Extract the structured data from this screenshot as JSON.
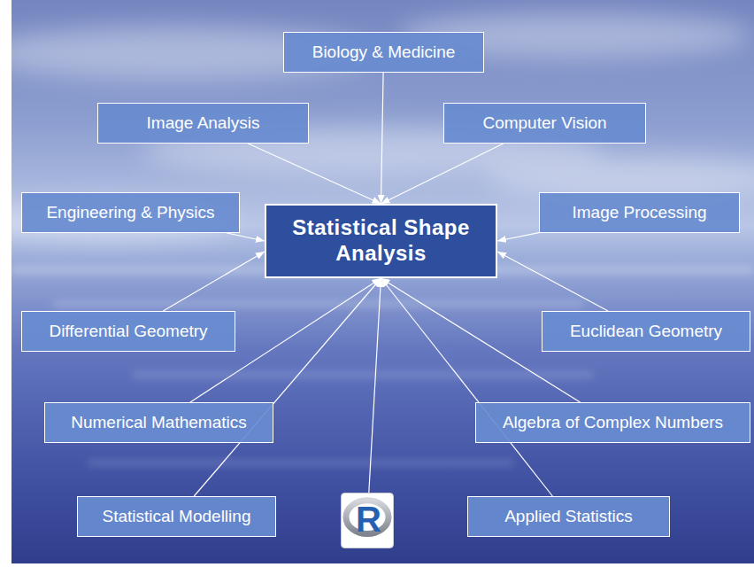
{
  "diagram": {
    "nodes": [
      {
        "text": [
          "Biology & Medicine"
        ]
      },
      {
        "text": [
          "Image Analysis"
        ]
      },
      {
        "text": [
          "Computer Vision"
        ]
      },
      {
        "text": [
          "Engineering & Physics"
        ]
      },
      {
        "text": [
          "Statistical Shape Analysis"
        ]
      },
      {
        "text": [
          "Image Processing"
        ]
      },
      {
        "text": [
          "Differential Geometry"
        ]
      },
      {
        "text": [
          "Euclidean Geometry"
        ]
      },
      {
        "text": [
          "Numerical Mathematics"
        ]
      },
      {
        "text": [
          "Algebra of Complex Numbers"
        ]
      },
      {
        "text": [
          "Statistical Modelling"
        ]
      },
      {
        "text": [
          "R"
        ]
      },
      {
        "text": [
          "Applied Statistics"
        ]
      }
    ],
    "edges": [
      {
        "from": 0,
        "to": 4,
        "arrow": "to"
      },
      {
        "from": 1,
        "to": 4,
        "arrow": "to"
      },
      {
        "from": 2,
        "to": 4,
        "arrow": "to"
      },
      {
        "from": 3,
        "to": 4,
        "arrow": "to"
      },
      {
        "from": 5,
        "to": 4,
        "arrow": "to"
      },
      {
        "from": 6,
        "to": 4,
        "arrow": "to"
      },
      {
        "from": 7,
        "to": 4,
        "arrow": "to"
      },
      {
        "from": 8,
        "to": 4,
        "arrow": "to"
      },
      {
        "from": 9,
        "to": 4,
        "arrow": "to"
      },
      {
        "from": 10,
        "to": 4,
        "arrow": "to"
      },
      {
        "from": 11,
        "to": 4,
        "arrow": "to"
      },
      {
        "from": 12,
        "to": 4,
        "arrow": "to"
      }
    ]
  }
}
